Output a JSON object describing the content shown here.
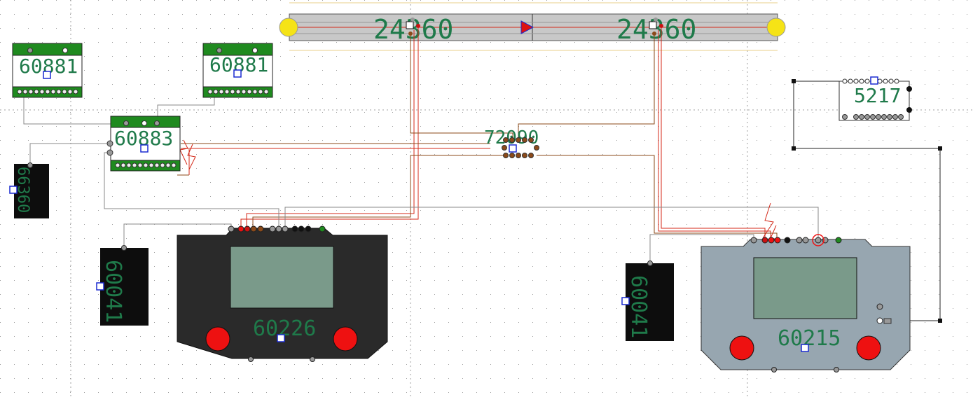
{
  "diagram": {
    "components": {
      "track_left_label": "24360",
      "track_right_label": "24360",
      "hub_label": "72090",
      "module_a_label": "60881",
      "module_b_label": "60881",
      "module_c_label": "60883",
      "box_left_label": "66360",
      "decoder_left_label": "60041",
      "controller_left_label": "60226",
      "decoder_right_label": "60041",
      "controller_right_label": "60215",
      "panel_label": "5217"
    },
    "colors": {
      "canvas_background": "#ffffff",
      "grid_dots": "#9a9a9a",
      "label_green": "#1f7a4a",
      "module_green": "#1f8a1f",
      "track_gray": "#c8c8c8",
      "wire_red": "#d42a1a",
      "wire_brown": "#8b4a1a",
      "wire_gray": "#888888",
      "controller_dark": "#2a2a2a",
      "controller_light": "#97a6b0",
      "screen_green": "#7a9a8a",
      "button_red": "#ee1111",
      "end_stop_yellow": "#f5e316",
      "marker_blue": "#1a2ad0"
    }
  }
}
